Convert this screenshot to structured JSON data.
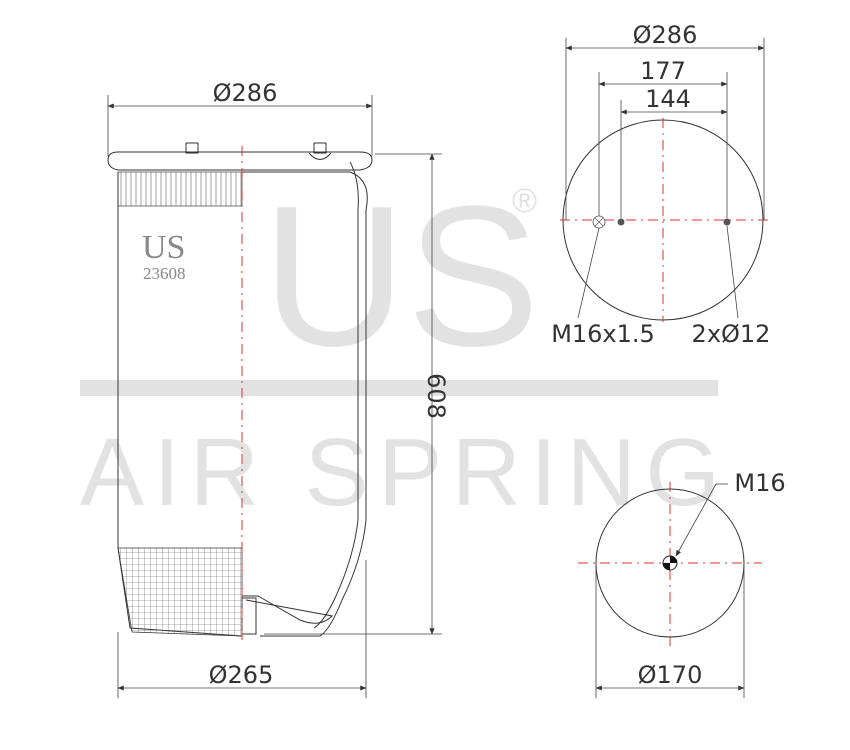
{
  "watermark": {
    "logo": "US",
    "registered": "®",
    "tagline": "AIR SPRING"
  },
  "brand": {
    "name": "US",
    "part_number": "23608"
  },
  "side_view": {
    "top_diameter": "Ø286",
    "bottom_diameter": "Ø265",
    "height": "608"
  },
  "top_view": {
    "diameter": "Ø286",
    "bolt_spacing_outer": "177",
    "bolt_spacing_inner": "144",
    "thread_label": "M16x1.5",
    "holes_label": "2xØ12"
  },
  "bottom_view": {
    "thread_label": "M16",
    "diameter": "Ø170"
  },
  "colors": {
    "outline": "#333333",
    "centerline": "#e03030",
    "watermark": "#e2e2e2"
  }
}
